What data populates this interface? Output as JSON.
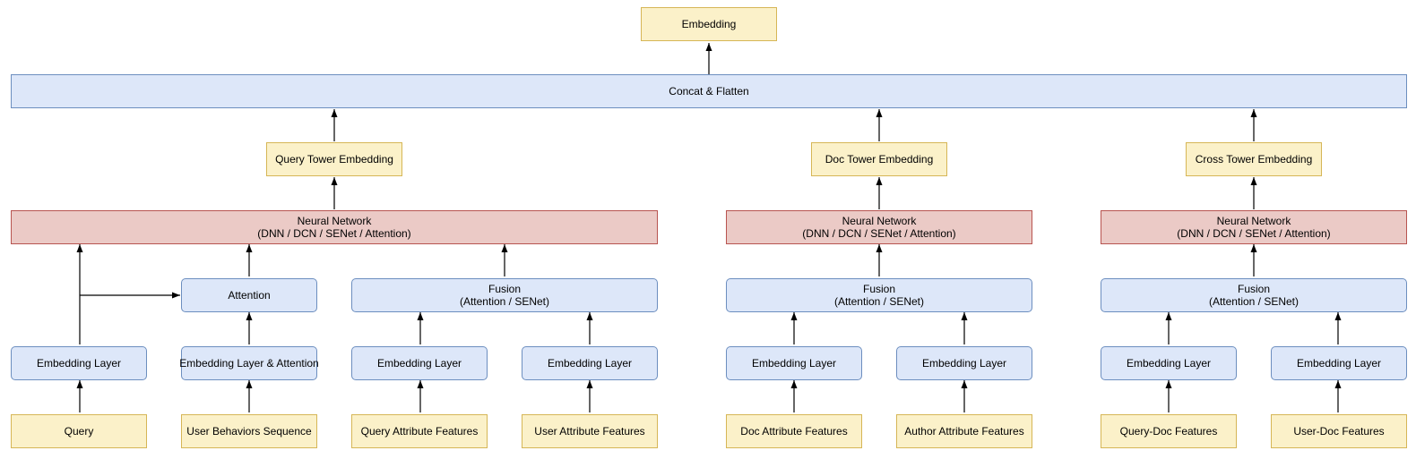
{
  "nodes": {
    "embedding": "Embedding",
    "concat": "Concat & Flatten",
    "query_tower_embedding": "Query Tower Embedding",
    "doc_tower_embedding": "Doc Tower Embedding",
    "cross_tower_embedding": "Cross Tower Embedding",
    "neural_network": {
      "line1": "Neural Network",
      "line2": "(DNN / DCN / SENet / Attention)"
    },
    "attention": "Attention",
    "fusion": {
      "line1": "Fusion",
      "line2": "(Attention / SENet)"
    },
    "embedding_layer": "Embedding Layer",
    "embedding_layer_attention": "Embedding Layer & Attention",
    "inputs": {
      "query": "Query",
      "user_behaviors_sequence": "User Behaviors Sequence",
      "query_attribute_features": "Query Attribute Features",
      "user_attribute_features": "User Attribute Features",
      "doc_attribute_features": "Doc Attribute Features",
      "author_attribute_features": "Author Attribute Features",
      "query_doc_features": "Query-Doc Features",
      "user_doc_features": "User-Doc Features"
    }
  },
  "colors": {
    "yellow_fill": "#fbf1c9",
    "yellow_stroke": "#d6b656",
    "blue_fill": "#dde7f9",
    "blue_stroke": "#6c8ebf",
    "red_fill": "#ebcac6",
    "red_stroke": "#b85450",
    "edge": "#000000"
  }
}
